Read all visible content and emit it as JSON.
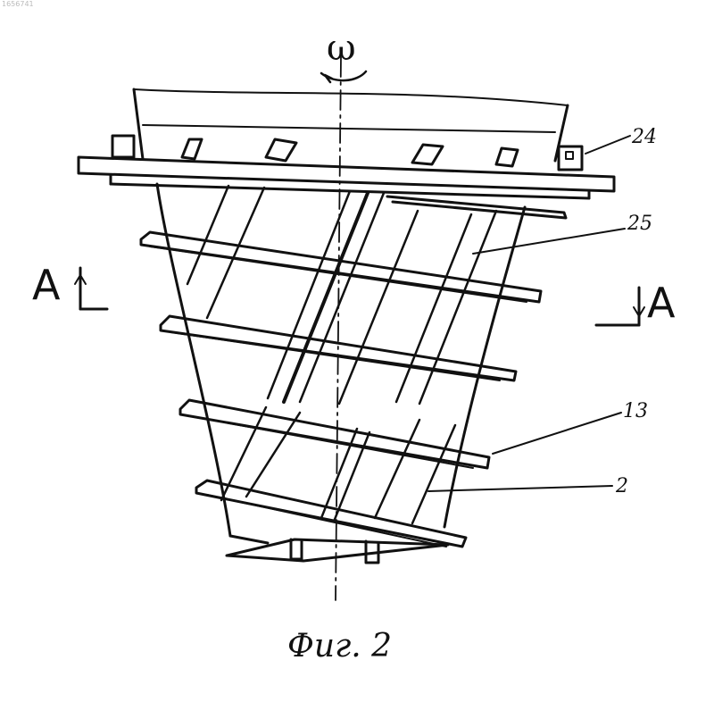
{
  "labels": {
    "omega": "ω",
    "ref_24": "24",
    "ref_25": "25",
    "ref_13": "13",
    "ref_2": "2",
    "section_left": "A",
    "section_right": "A",
    "caption": "Фиг. 2"
  },
  "watermark": "1656741",
  "colors": {
    "ink": "#111111",
    "paper": "#ffffff"
  }
}
